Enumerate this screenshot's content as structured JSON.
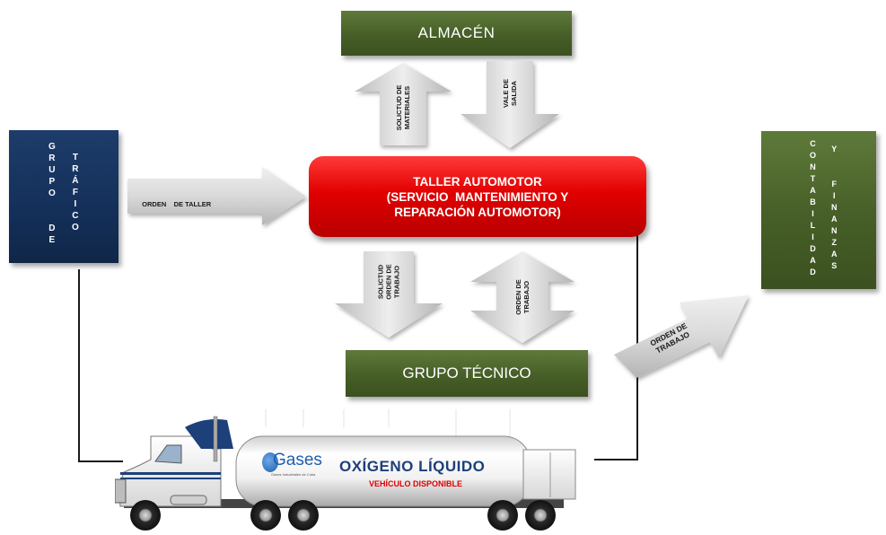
{
  "nodes": {
    "almacen": "ALMACÉN",
    "grupo_trafico": [
      "G R U P O",
      "D E",
      "T R Á F I C O"
    ],
    "grupo_trafico_cols": [
      [
        "G",
        "R",
        "U",
        "P",
        "O",
        "",
        "D",
        "E"
      ],
      [
        "T",
        "R",
        "Á",
        "F",
        "I",
        "C",
        "O"
      ]
    ],
    "taller": [
      "TALLER AUTOMOTOR",
      "(SERVICIO  MANTENIMIENTO Y",
      "REPARACIÓN AUTOMOTOR)"
    ],
    "grupo_tecnico": "GRUPO TÉCNICO",
    "contabilidad_cols": [
      [
        "C",
        "O",
        "N",
        "T",
        "A",
        "B",
        "I",
        "L",
        "I",
        "D",
        "A",
        "D"
      ],
      [
        "Y",
        "",
        "F",
        "I",
        "N",
        "A",
        "N",
        "Z",
        "A",
        "S"
      ]
    ]
  },
  "arrows": {
    "solicitud_materiales": [
      "SOLICTUD DE",
      "MATERIALES"
    ],
    "vale_salida": [
      "VALE DE",
      "SALIDA"
    ],
    "orden_taller": "ORDEN    DE TALLER",
    "solicitud_orden_trabajo": [
      "SOLICTUD",
      "ORDEN DE",
      "TRABAJO"
    ],
    "orden_trabajo_tecnico": [
      "ORDEN DE",
      "TRABAJO"
    ],
    "orden_trabajo_contab": [
      "ORDEN DE",
      "TRABAJO"
    ]
  },
  "truck": {
    "logo": "Gases",
    "logo_sub": "Gases Industriales de Cuba",
    "product": "OXÍGENO LÍQUIDO",
    "status": "VEHÍCULO DISPONIBLE"
  },
  "colors": {
    "green": "#4a6229",
    "navy": "#14305a",
    "red": "#e10000",
    "arrow_gray": "#d0d0d0",
    "truck_text_navy": "#1d3f7a",
    "status_red": "#e00000"
  }
}
